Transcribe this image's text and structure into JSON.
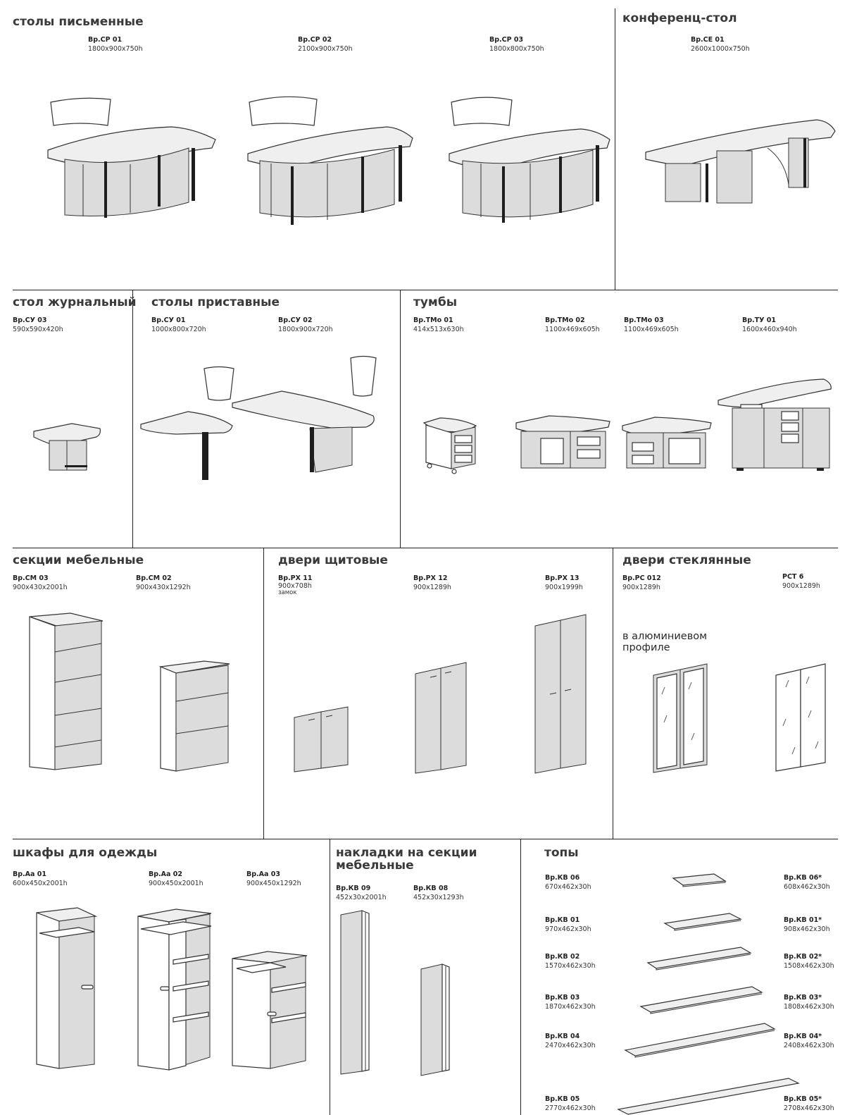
{
  "sections": {
    "desks": "столы письменные",
    "conf": "конференц-стол",
    "coffee": "стол журнальный",
    "side": "столы приставные",
    "pedestals": "тумбы",
    "cabinets": "секции мебельные",
    "solid_doors": "двери щитовые",
    "glass_doors": "двери стеклянные",
    "wardrobes": "шкафы для одежды",
    "overlays_l1": "накладки на секции",
    "overlays_l2": "мебельные",
    "tops": "топы"
  },
  "products": {
    "sr01": {
      "code": "Вр.СР 01",
      "dim": "1800x900x750h"
    },
    "sr02": {
      "code": "Вр.СР 02",
      "dim": "2100x900x750h"
    },
    "sr03": {
      "code": "Вр.СР 03",
      "dim": "1800x800x750h"
    },
    "se01": {
      "code": "Вр.СЕ 01",
      "dim": "2600x1000x750h"
    },
    "su03": {
      "code": "Вр.СУ 03",
      "dim": "590x590x420h"
    },
    "su01": {
      "code": "Вр.СУ 01",
      "dim": "1000x800x720h"
    },
    "su02": {
      "code": "Вр.СУ 02",
      "dim": "1800x900x720h"
    },
    "tmo01": {
      "code": "Вр.ТМо 01",
      "dim": "414x513x630h"
    },
    "tmo02": {
      "code": "Вр.ТМо 02",
      "dim": "1100x469x605h"
    },
    "tmo03": {
      "code": "Вр.ТМо 03",
      "dim": "1100x469x605h"
    },
    "tu01": {
      "code": "Вр.ТУ 01",
      "dim": "1600x460x940h"
    },
    "sm03": {
      "code": "Вр.СМ 03",
      "dim": "900x430x2001h"
    },
    "sm02": {
      "code": "Вр.СМ 02",
      "dim": "900x430x1292h"
    },
    "rx11": {
      "code": "Вр.РХ 11",
      "dim": "900x708h",
      "note": "замок"
    },
    "rx12": {
      "code": "Вр.РХ 12",
      "dim": "900x1289h"
    },
    "rx13": {
      "code": "Вр.РХ 13",
      "dim": "900x1999h"
    },
    "rs012": {
      "code": "Вр.РС 012",
      "dim": "900x1289h"
    },
    "rst6": {
      "code": "РСТ 6",
      "dim": "900x1289h"
    },
    "aa01": {
      "code": "Вр.Аа 01",
      "dim": "600x450x2001h"
    },
    "aa02": {
      "code": "Вр.Аа 02",
      "dim": "900x450x2001h"
    },
    "aa03": {
      "code": "Вр.Аа 03",
      "dim": "900x450x1292h"
    },
    "kv09": {
      "code": "Вр.КВ 09",
      "dim": "452x30x2001h"
    },
    "kv08": {
      "code": "Вр.КВ 08",
      "dim": "452x30x1293h"
    },
    "kv06": {
      "code": "Вр.КВ 06",
      "dim": "670x462x30h"
    },
    "kv01": {
      "code": "Вр.КВ 01",
      "dim": "970x462x30h"
    },
    "kv02": {
      "code": "Вр.КВ 02",
      "dim": "1570x462x30h"
    },
    "kv03": {
      "code": "Вр.КВ 03",
      "dim": "1870x462x30h"
    },
    "kv04": {
      "code": "Вр.КВ 04",
      "dim": "2470x462x30h"
    },
    "kv05": {
      "code": "Вр.КВ 05",
      "dim": "2770x462x30h"
    },
    "kv06s": {
      "code": "Вр.КВ 06*",
      "dim": "608x462x30h"
    },
    "kv01s": {
      "code": "Вр.КВ 01*",
      "dim": "908x462x30h"
    },
    "kv02s": {
      "code": "Вр.КВ 02*",
      "dim": "1508x462x30h"
    },
    "kv03s": {
      "code": "Вр.КВ 03*",
      "dim": "1808x462x30h"
    },
    "kv04s": {
      "code": "Вр.КВ 04*",
      "dim": "2408x462x30h"
    },
    "kv05s": {
      "code": "Вр.КВ 05*",
      "dim": "2708x462x30h"
    }
  },
  "glass_note_l1": "в алюминиевом",
  "glass_note_l2": "профиле"
}
